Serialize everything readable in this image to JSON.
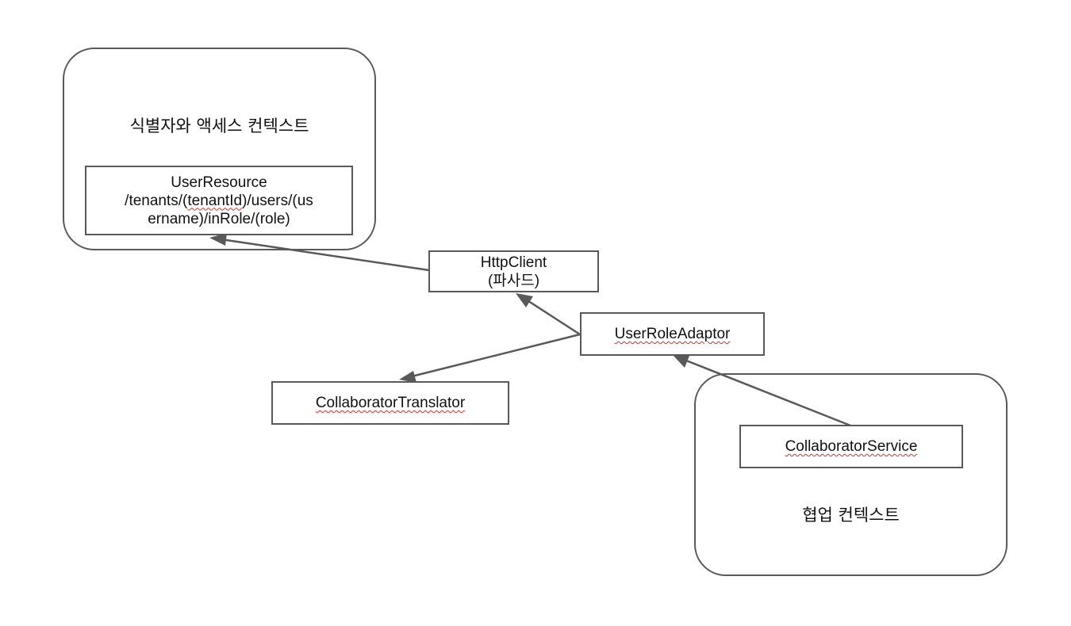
{
  "identity_context": {
    "title": "식별자와 액세스 컨텍스트",
    "user_resource": {
      "name": "UserResource",
      "path_part1": "/tenants/(",
      "path_tenant": "tenantId",
      "path_part2": ")/users/(us",
      "path_line2": "ername)/inRole/(role)"
    }
  },
  "http_client": {
    "name": "HttpClient",
    "note": "(파사드)"
  },
  "user_role_adaptor": {
    "name": "UserRoleAdaptor"
  },
  "collaborator_translator": {
    "name": "CollaboratorTranslator"
  },
  "collaboration_context": {
    "title": "협업 컨텍스트",
    "collaborator_service": {
      "name": "CollaboratorService"
    }
  },
  "colors": {
    "line": "#595959",
    "spellcheck_underline": "#d93025"
  }
}
